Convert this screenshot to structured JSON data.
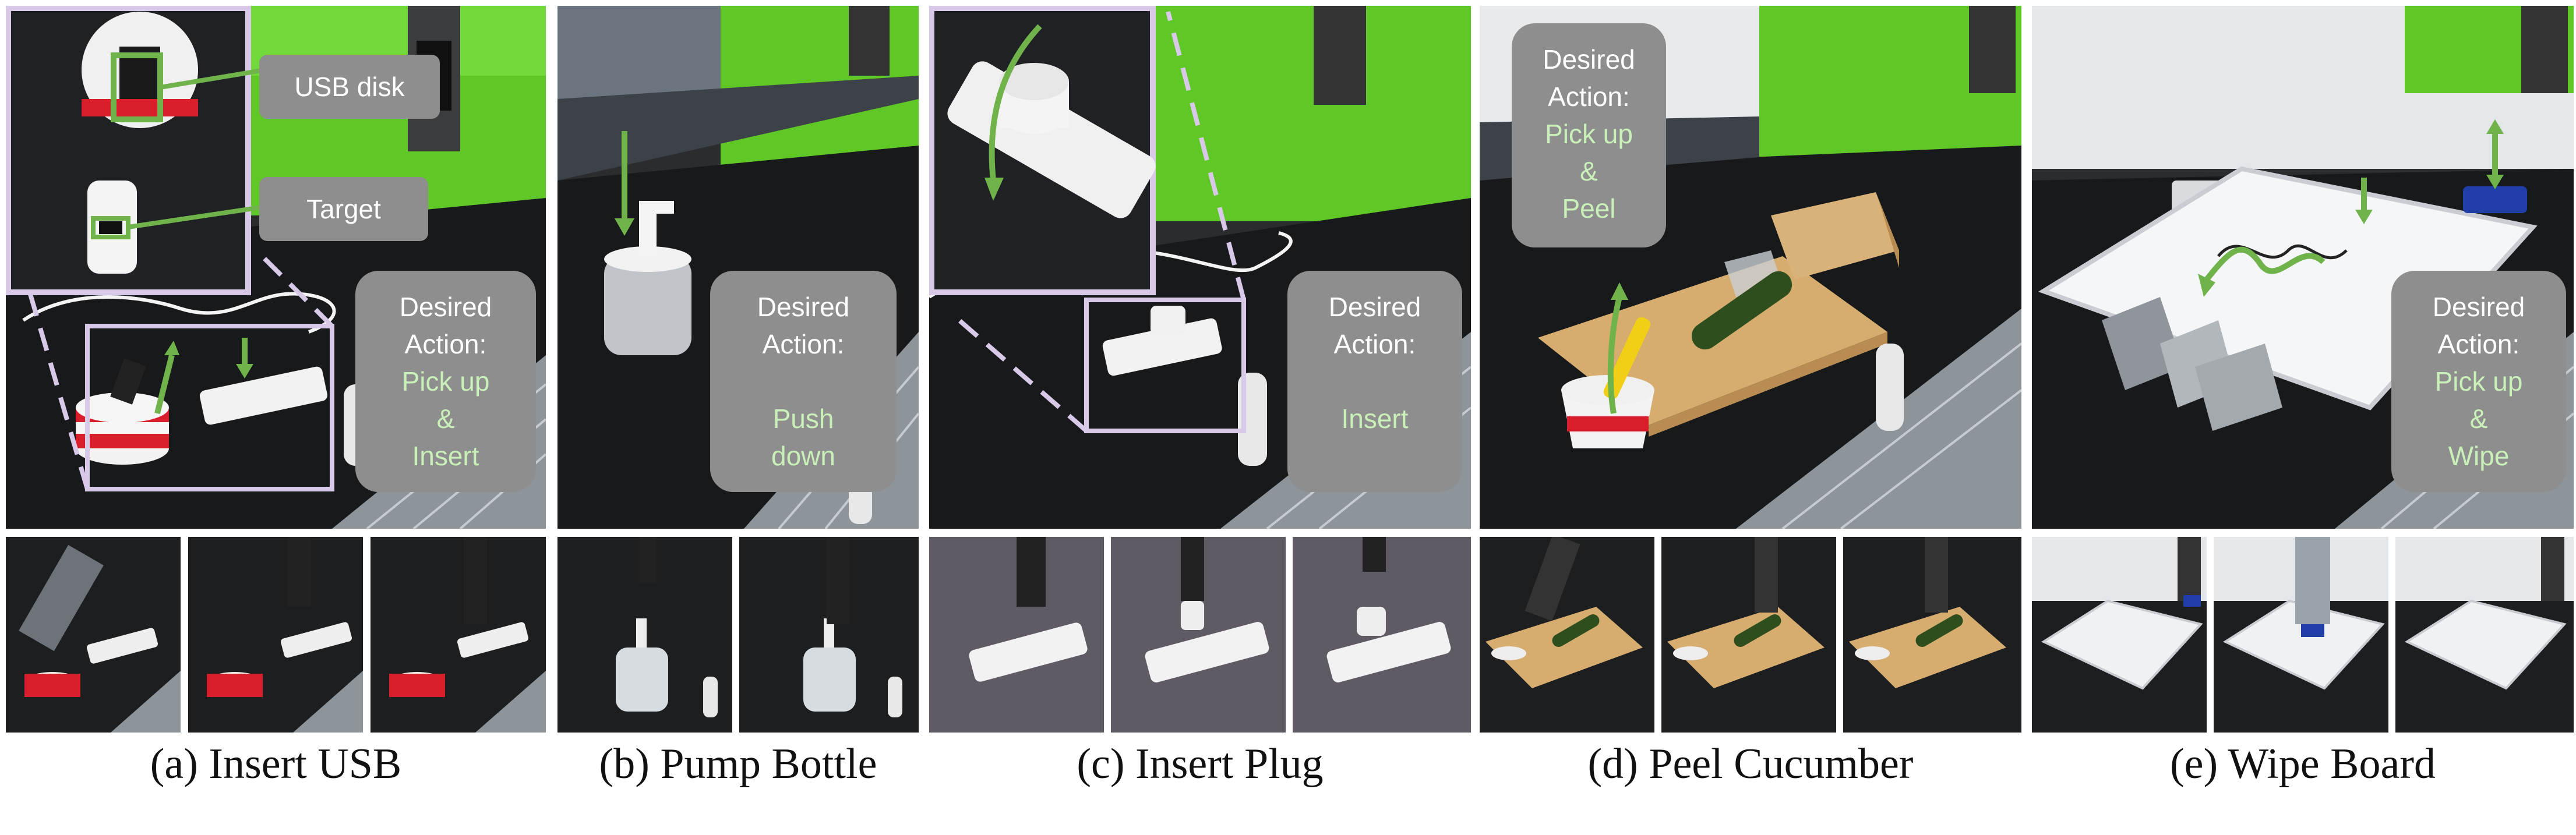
{
  "colors": {
    "accent_green": "#6fb34a",
    "callout_gray": "#8e8e8e",
    "callout_text_green": "#c9f0b8",
    "inset_border": "#d8c9e8",
    "green_screen": "#6fd22c",
    "table_black": "#17191b",
    "rail_gray": "#9aa0a6"
  },
  "panels": [
    {
      "caption": "(a) Insert USB",
      "bubble": {
        "l1": "Desired",
        "l2": "Action:",
        "a1": "Pick up",
        "a2": "&",
        "a3": "Insert"
      },
      "tags": {
        "usb": "USB disk",
        "target": "Target"
      }
    },
    {
      "caption": "(b) Pump Bottle",
      "bubble": {
        "l1": "Desired",
        "l2": "Action:",
        "a1": "Push",
        "a2": "down"
      }
    },
    {
      "caption": "(c) Insert Plug",
      "bubble": {
        "l1": "Desired",
        "l2": "Action:",
        "a1": "Insert"
      }
    },
    {
      "caption": "(d) Peel Cucumber",
      "bubble": {
        "l1": "Desired",
        "l2": "Action:",
        "a1": "Pick up",
        "a2": "&",
        "a3": "Peel"
      }
    },
    {
      "caption": "(e) Wipe Board",
      "bubble": {
        "l1": "Desired",
        "l2": "Action:",
        "a1": "Pick up",
        "a2": "&",
        "a3": "Wipe"
      }
    }
  ]
}
